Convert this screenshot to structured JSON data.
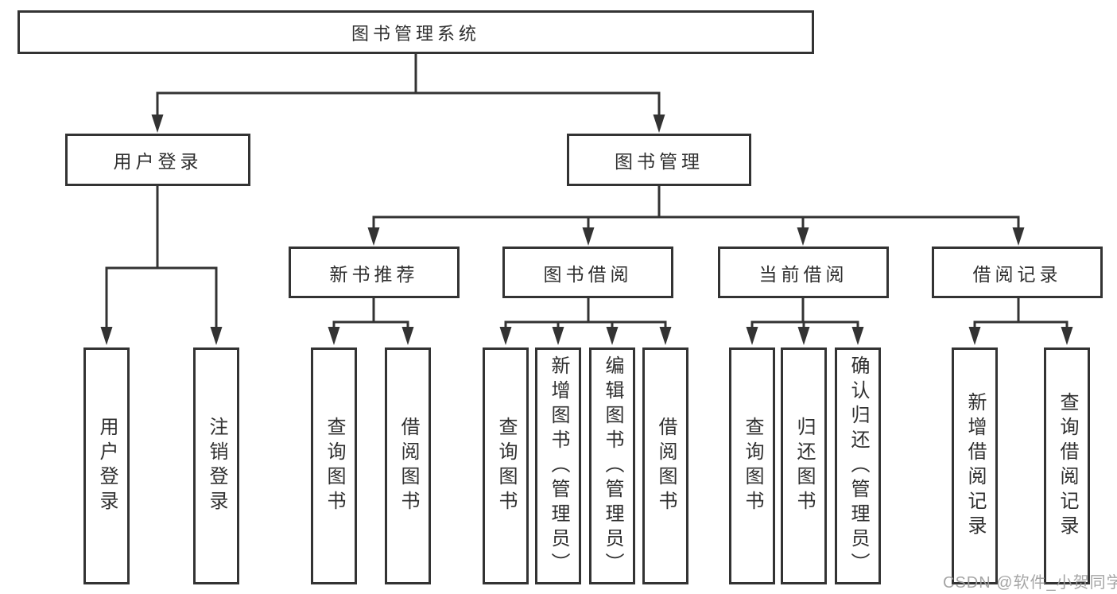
{
  "colors": {
    "line": "#333333",
    "box_border": "#333333",
    "text": "#2f2f2f",
    "watermark": "#9e9e9e",
    "background": "#ffffff"
  },
  "watermark": "CSDN @软件_小贺同学",
  "nodes": {
    "root": {
      "label": "图书管理系统"
    },
    "level2": [
      {
        "label": "用户登录"
      },
      {
        "label": "图书管理"
      }
    ],
    "level3": [
      {
        "label": "新书推荐",
        "parent": "图书管理"
      },
      {
        "label": "图书借阅",
        "parent": "图书管理"
      },
      {
        "label": "当前借阅",
        "parent": "图书管理"
      },
      {
        "label": "借阅记录",
        "parent": "图书管理"
      }
    ],
    "leaves": [
      {
        "label": "用户登录",
        "parent": "用户登录"
      },
      {
        "label": "注销登录",
        "parent": "用户登录"
      },
      {
        "label": "查询图书",
        "parent": "新书推荐"
      },
      {
        "label": "借阅图书",
        "parent": "新书推荐"
      },
      {
        "label": "查询图书",
        "parent": "图书借阅"
      },
      {
        "label": "新增图书（管理员）",
        "parent": "图书借阅"
      },
      {
        "label": "编辑图书（管理员）",
        "parent": "图书借阅"
      },
      {
        "label": "借阅图书",
        "parent": "图书借阅"
      },
      {
        "label": "查询图书",
        "parent": "当前借阅"
      },
      {
        "label": "归还图书",
        "parent": "当前借阅"
      },
      {
        "label": "确认归还（管理员）",
        "parent": "当前借阅"
      },
      {
        "label": "新增借阅记录",
        "parent": "借阅记录"
      },
      {
        "label": "查询借阅记录",
        "parent": "借阅记录"
      }
    ]
  }
}
